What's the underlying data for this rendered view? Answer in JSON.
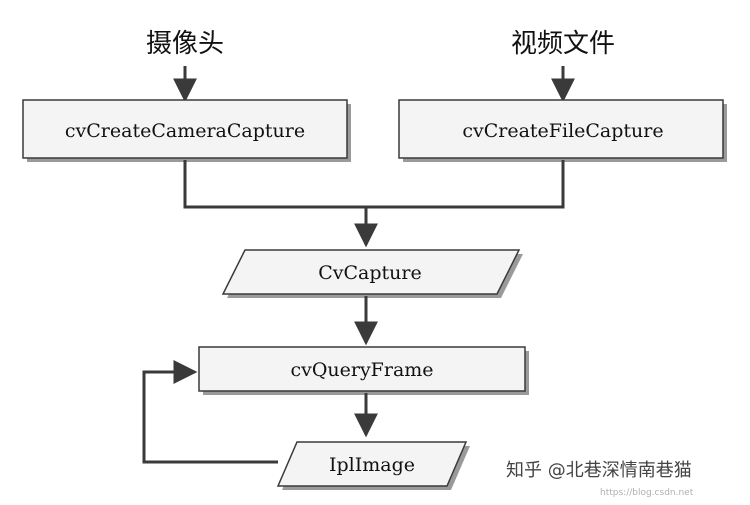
{
  "inputs": {
    "camera": "摄像头",
    "file": "视频文件"
  },
  "nodes": {
    "create_camera": "cvCreateCameraCapture",
    "create_file": "cvCreateFileCapture",
    "capture": "CvCapture",
    "query_frame": "cvQueryFrame",
    "ipl_image": "IplImage"
  },
  "watermark": {
    "main": "知乎 @北巷深情南巷猫",
    "url": "https://blog.csdn.net"
  },
  "colors": {
    "stroke": "#3a3a3a",
    "box_fill": "#f4f4f4",
    "shadow": "#9a9a9a",
    "text": "#111111"
  }
}
